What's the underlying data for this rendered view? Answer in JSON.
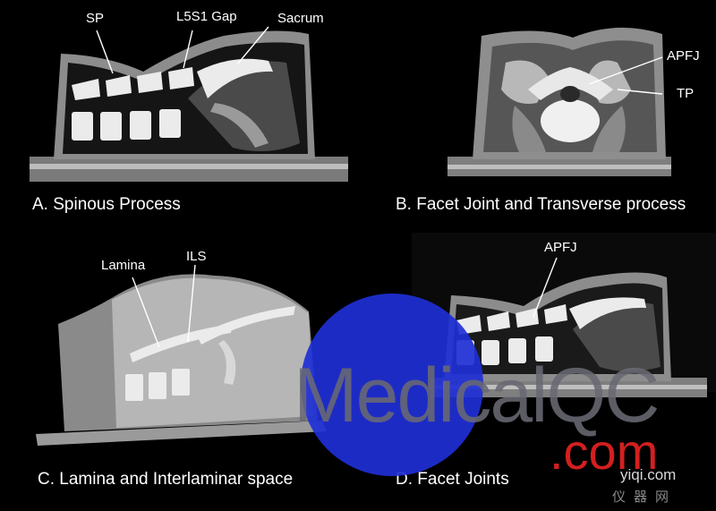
{
  "panels": {
    "a": {
      "caption": "A. Spinous Process",
      "labels": {
        "sp": "SP",
        "l5s1": "L5S1 Gap",
        "sacrum": "Sacrum"
      }
    },
    "b": {
      "caption": "B. Facet Joint and Transverse process",
      "labels": {
        "apfj": "APFJ",
        "tp": "TP"
      }
    },
    "c": {
      "caption": "C. Lamina and Interlaminar space",
      "labels": {
        "lamina": "Lamina",
        "ils": "ILS"
      }
    },
    "d": {
      "caption": "D. Facet Joints",
      "labels": {
        "apfj": "APFJ"
      }
    }
  },
  "watermark": {
    "main": "MedicalQC",
    "dotcom": ".com",
    "site": "yiqi.com",
    "chinese": "仪器网",
    "colors": {
      "circle": "#1f2fd6",
      "text": "#6a6a73",
      "dotcom": "#d41f1f"
    }
  }
}
